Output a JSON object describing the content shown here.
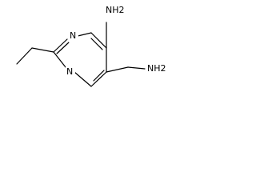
{
  "molecule": {
    "atoms": {
      "amino_top": "NH2",
      "ring_n_upper": "N",
      "ring_n_lower": "N",
      "aminomethyl": "NH2"
    }
  }
}
